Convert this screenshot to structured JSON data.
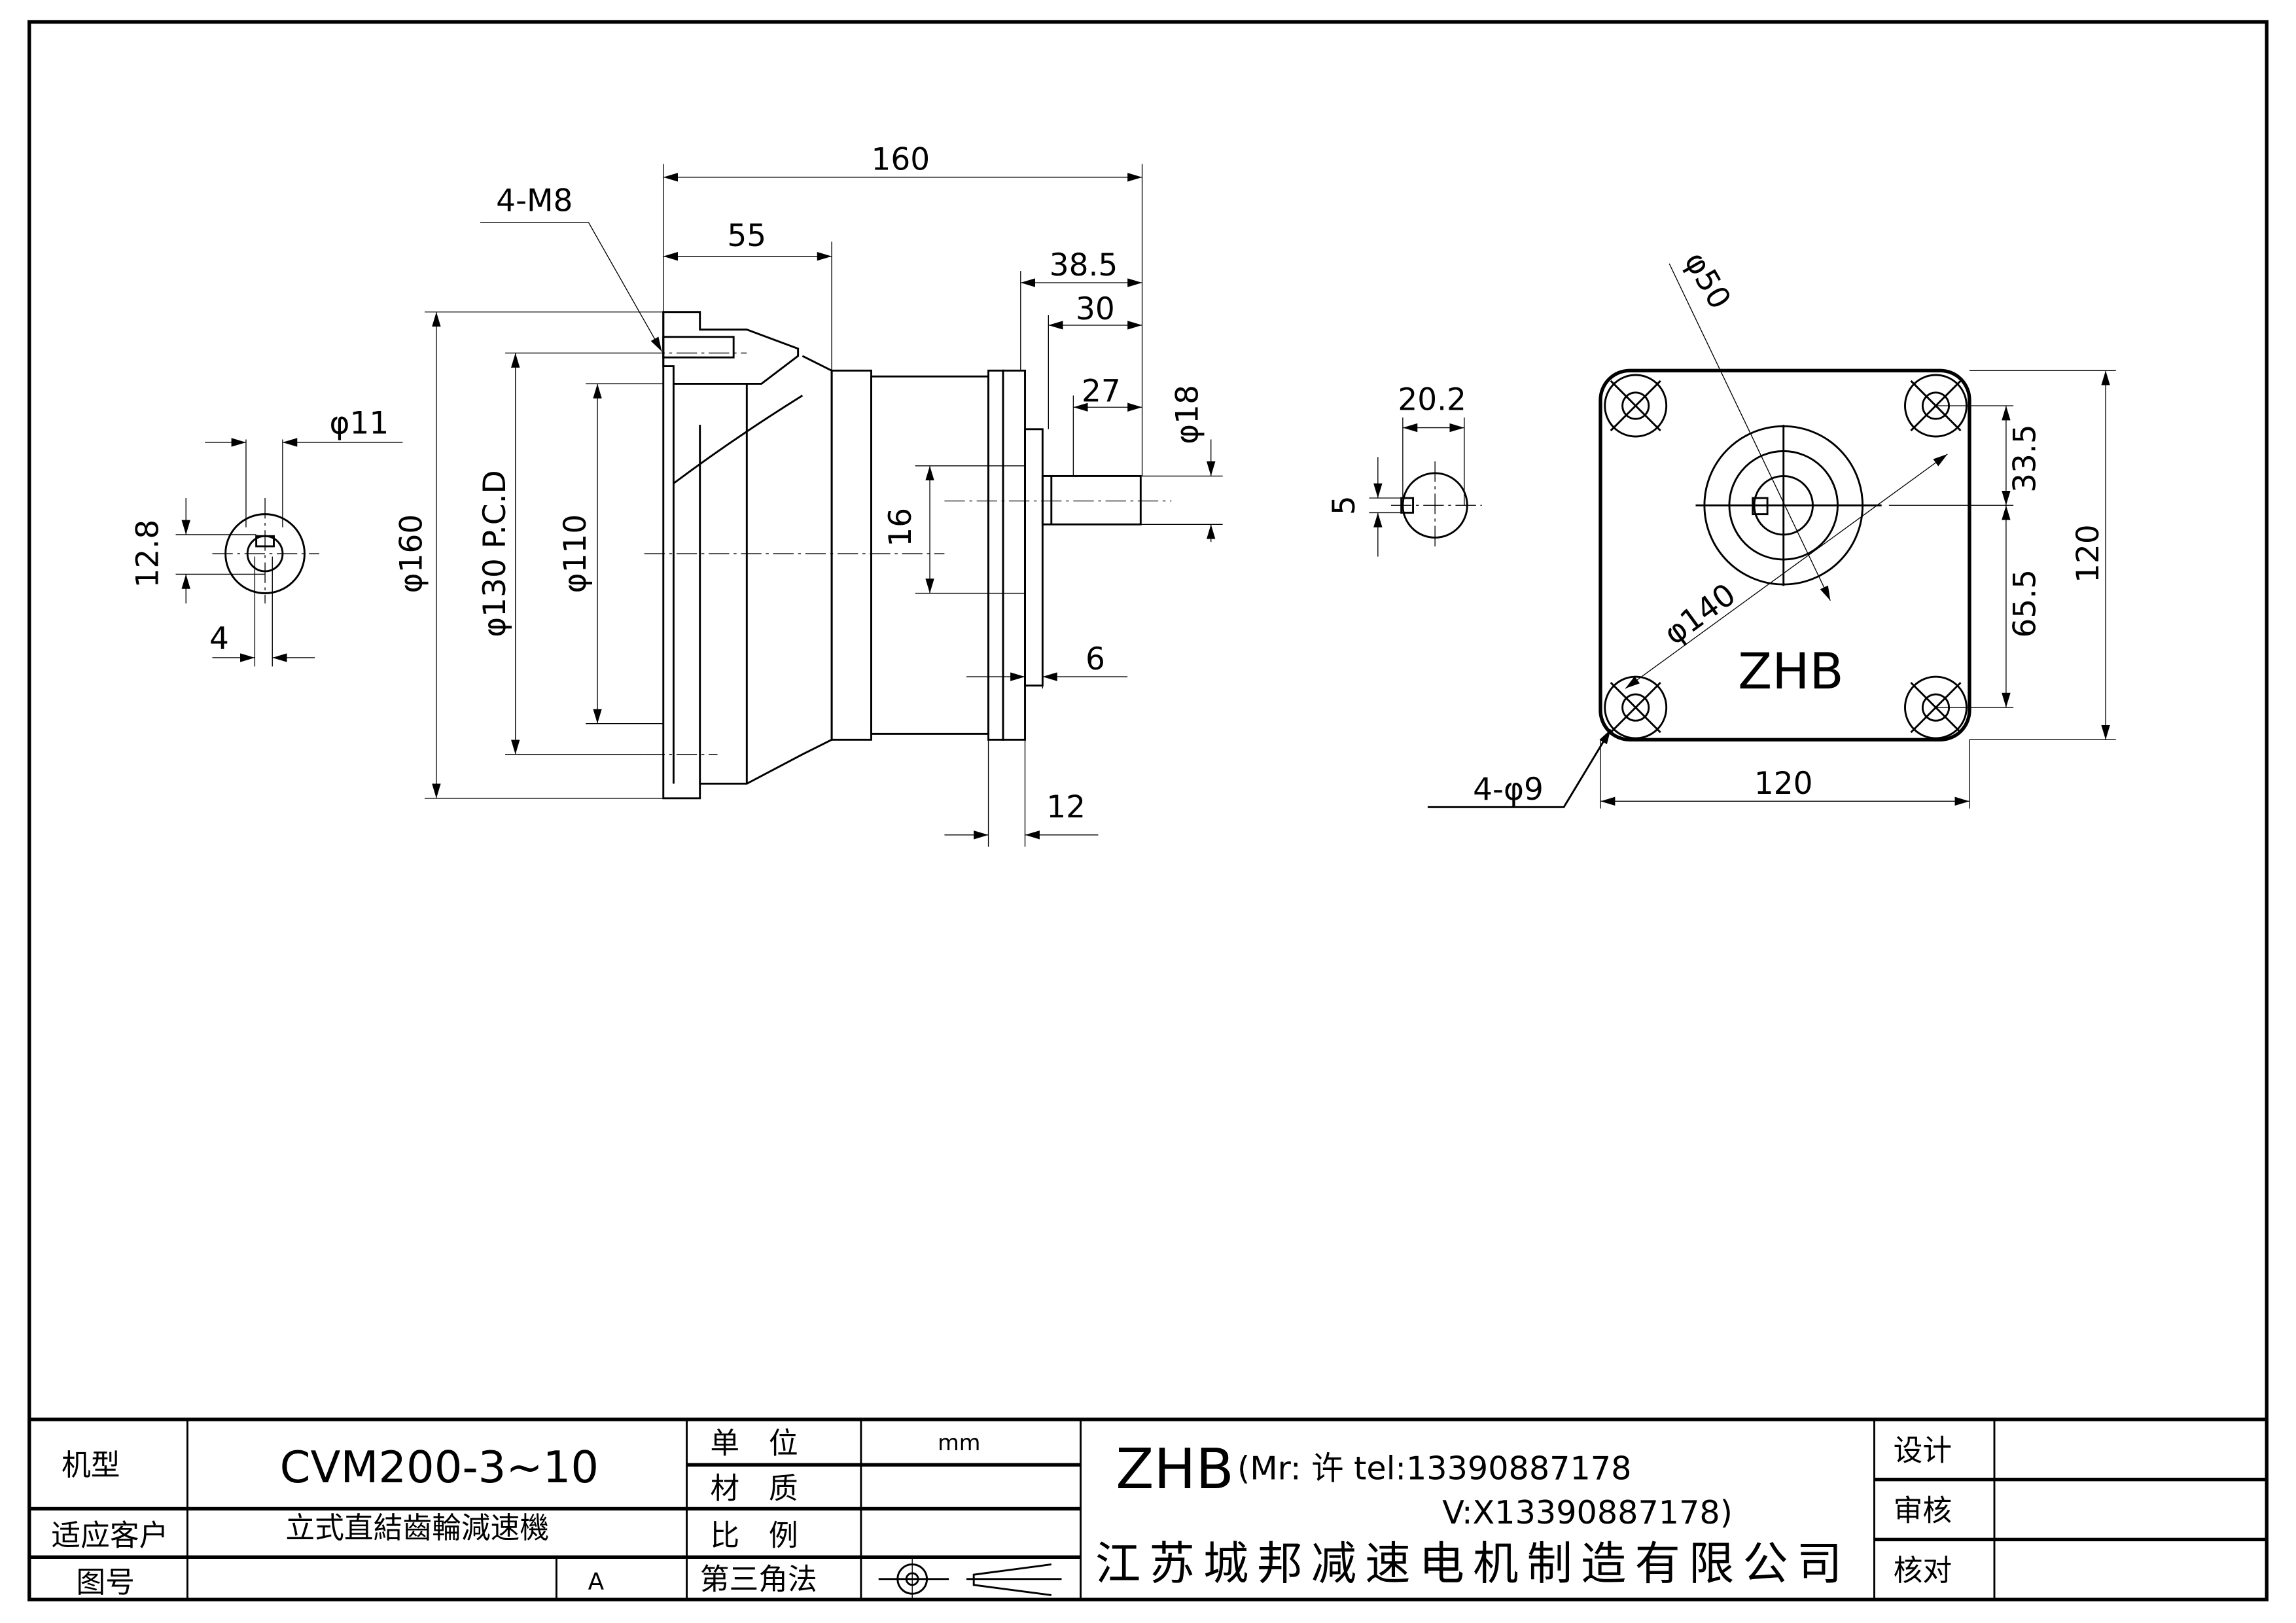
{
  "side_view": {
    "dim_160_len": "160",
    "dim_55": "55",
    "dim_38_5": "38.5",
    "dim_30": "30",
    "dim_27": "27",
    "dim_phi18": "φ18",
    "dim_16": "16",
    "dim_6": "6",
    "dim_12": "12",
    "dim_phi160": "φ160",
    "dim_phi130": "φ130 P.C.D",
    "dim_phi110": "φ110",
    "thread": "4-M8"
  },
  "input_key_view": {
    "dim_phi11": "φ11",
    "dim_12_8": "12.8",
    "dim_4": "4"
  },
  "output_key_view": {
    "dim_20_2": "20.2",
    "dim_5": "5"
  },
  "front_view": {
    "dim_phi50": "φ50",
    "dim_phi140": "φ140",
    "brand": "ZHB",
    "dim_33_5": "33.5",
    "dim_65_5": "65.5",
    "dim_120_h": "120",
    "dim_120_w": "120",
    "holes": "4-φ9"
  },
  "title_block": {
    "model_label": "机型",
    "model_value": "CVM200-3~10",
    "customer_label": "适应客户",
    "customer_value": "立式直結齒輪減速機",
    "drawing_no_label": "图号",
    "revision": "A",
    "unit_label": "单　位",
    "unit_value": "mm",
    "material_label": "材　质",
    "scale_label": "比　例",
    "projection_label": "第三角法",
    "company_brand": "ZHB",
    "contact_line1": "(Mr: 许 tel:13390887178",
    "contact_line2": "V:X13390887178)",
    "company_name": "江苏城邦减速电机制造有限公司",
    "design_label": "设计",
    "review_label": "审核",
    "check_label": "核对"
  }
}
